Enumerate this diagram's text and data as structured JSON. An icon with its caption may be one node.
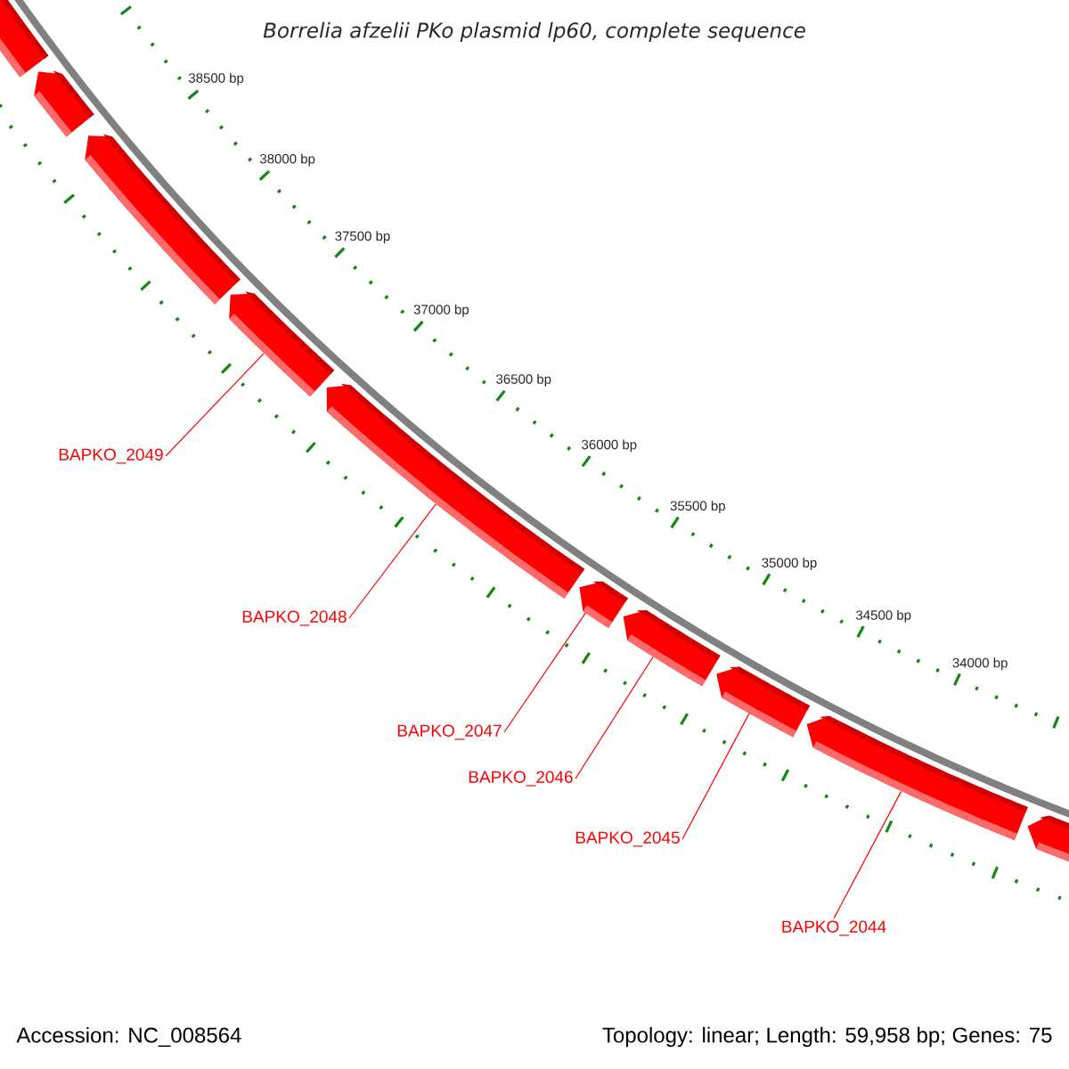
{
  "diagram": {
    "title": "Borrelia afzelii PKo plasmid lp60, complete sequence",
    "nodes": [
      {
        "text": [],
        "shape": "arrow"
      },
      {
        "text": [],
        "shape": "arrow"
      },
      {
        "text": [],
        "shape": "arrow"
      },
      {
        "text": [],
        "shape": "arrow"
      },
      {
        "text": [],
        "shape": "arrow"
      },
      {
        "text": [],
        "shape": "arrow"
      },
      {
        "text": [],
        "shape": "arrow"
      },
      {
        "text": [],
        "shape": "arrow"
      },
      {
        "text": [],
        "shape": "arrow"
      },
      {
        "text": [],
        "shape": "arrow"
      },
      {
        "text": [
          "BAPKO_2049"
        ]
      },
      {
        "text": [
          "BAPKO_2048"
        ]
      },
      {
        "text": [
          "BAPKO_2047"
        ]
      },
      {
        "text": [
          "BAPKO_2046"
        ]
      },
      {
        "text": [
          "BAPKO_2045"
        ]
      },
      {
        "text": [
          "BAPKO_2044"
        ]
      }
    ],
    "edges": [
      {
        "from": 10,
        "to": 3,
        "arrow": "none"
      },
      {
        "from": 11,
        "to": 4,
        "arrow": "none"
      },
      {
        "from": 12,
        "to": 5,
        "arrow": "none"
      },
      {
        "from": 13,
        "to": 6,
        "arrow": "none"
      },
      {
        "from": 14,
        "to": 7,
        "arrow": "none"
      },
      {
        "from": 15,
        "to": 8,
        "arrow": "none"
      }
    ],
    "labels": [
      "38500 bp",
      "38000 bp",
      "37500 bp",
      "37000 bp",
      "36500 bp",
      "36000 bp",
      "35500 bp",
      "35000 bp",
      "34500 bp",
      "34000 bp",
      "Accession: NC_008564",
      "Topology: linear; Length: 59,958 bp; Genes: 75"
    ]
  }
}
